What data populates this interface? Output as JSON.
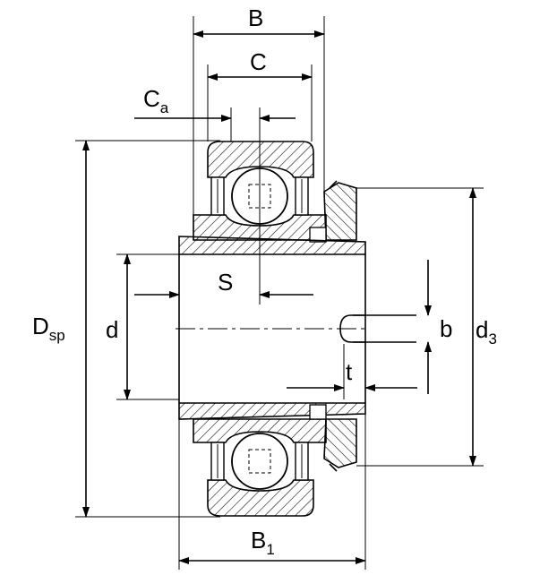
{
  "diagram": {
    "labels": {
      "B": "B",
      "C": "C",
      "Ca_main": "C",
      "Ca_sub": "a",
      "Dsp_main": "D",
      "Dsp_sub": "sp",
      "S": "S",
      "d": "d",
      "b": "b",
      "d3_main": "d",
      "d3_sub": "3",
      "t": "t",
      "B1_main": "B",
      "B1_sub": "1"
    },
    "colors": {
      "line": "#000000",
      "background": "#ffffff"
    }
  }
}
